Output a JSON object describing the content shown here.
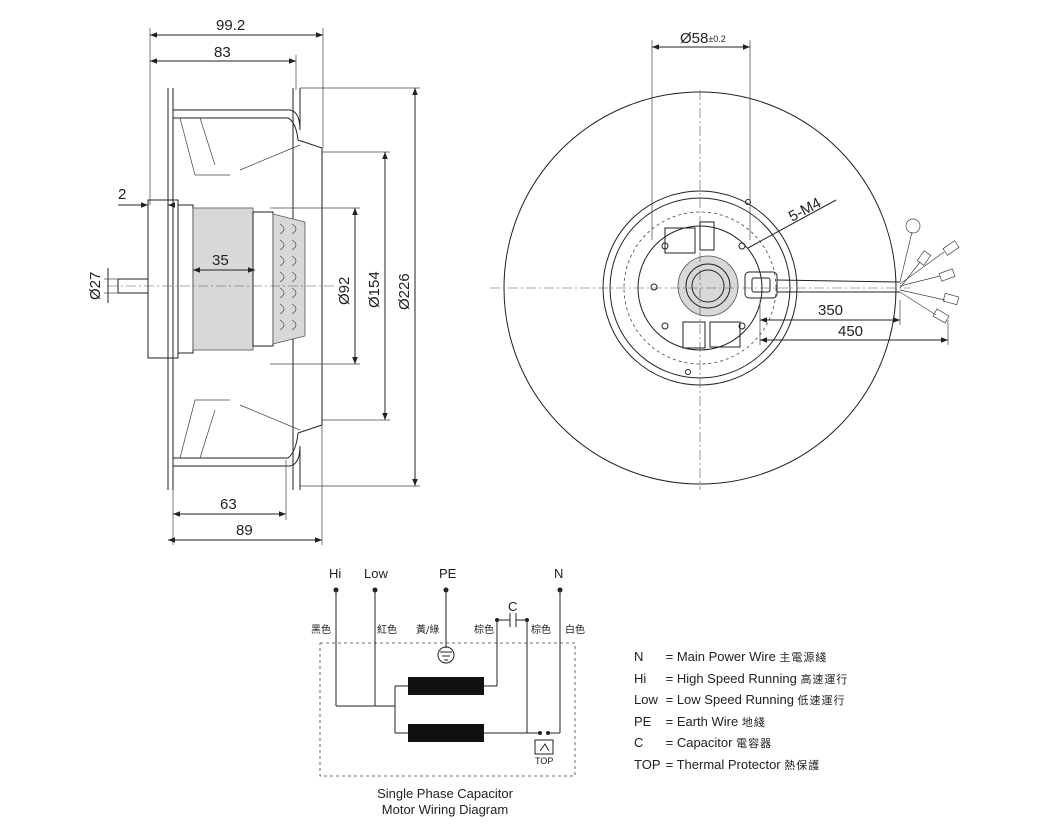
{
  "side_view": {
    "dims": {
      "d99_2": "99.2",
      "d83": "83",
      "d2": "2",
      "d35": "35",
      "d27": "Ø27",
      "d92": "Ø92",
      "d154": "Ø154",
      "d226": "Ø226",
      "d63": "63",
      "d89": "89"
    }
  },
  "front_view": {
    "shaft_dia": "Ø58",
    "shaft_tol": "±0.2",
    "screws": "5-M4",
    "lead_350": "350",
    "lead_450": "450"
  },
  "wiring": {
    "terminals": {
      "hi": "Hi",
      "low": "Low",
      "pe": "PE",
      "n": "N"
    },
    "capacitor_label": "C",
    "colors": {
      "black": "黑色",
      "red": "紅色",
      "yellow_green": "黃/綠",
      "brown1": "棕色",
      "brown2": "棕色",
      "white": "白色"
    },
    "top_label": "TOP",
    "caption_line1": "Single Phase Capacitor",
    "caption_line2": "Motor Wiring Diagram"
  },
  "legend": [
    {
      "code": "N",
      "eq": "= Main Power  Wire",
      "cn": "主電源綫"
    },
    {
      "code": "Hi",
      "eq": "= High Speed Running",
      "cn": "高速運行"
    },
    {
      "code": "Low",
      "eq": "= Low Speed Running",
      "cn": "低速運行"
    },
    {
      "code": "PE",
      "eq": "= Earth Wire",
      "cn": "地綫"
    },
    {
      "code": "C",
      "eq": "=  Capacitor",
      "cn": "電容器"
    },
    {
      "code": "TOP",
      "eq": "= Thermal Protector",
      "cn": "熱保護"
    }
  ]
}
